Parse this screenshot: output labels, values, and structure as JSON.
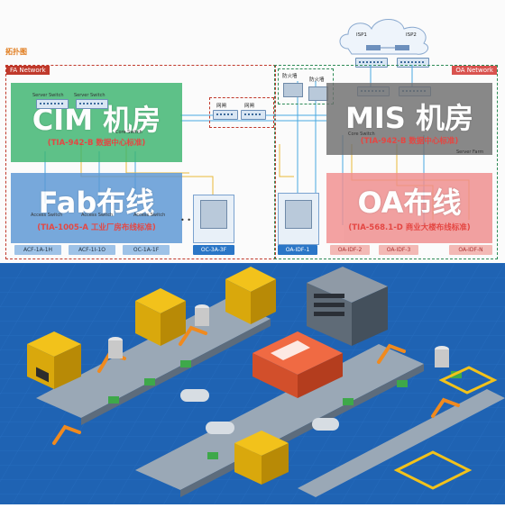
{
  "topology": {
    "title": "拓扑图",
    "fa_network_label": "FA Network",
    "oa_network_label": "OA Network",
    "isp1": "ISP1",
    "isp2": "ISP2",
    "firewall_1": "防火墙",
    "firewall_2": "防火墙",
    "gateway_1": "网闸",
    "gateway_2": "网闸",
    "server_switch_1": "Server Switch",
    "server_switch_2": "Server Switch",
    "core_switch_fa": "Core Switch",
    "core_switch_oa": "Core Switch",
    "server_farm": "Server Farm",
    "ellipsis": "• • •",
    "zones": {
      "cim": {
        "title": "CIM 机房",
        "subtitle": "(TIA-942-B 数据中心标准)",
        "color": "#3cb56f"
      },
      "mis": {
        "title": "MIS 机房",
        "subtitle": "(TIA-942-B 数据中心标准)",
        "color": "#6f6f6f"
      },
      "fab": {
        "title": "Fab布线",
        "subtitle": "(TIA-1005-A 工业厂房布线标准)",
        "color": "#5b97d5"
      },
      "oa": {
        "title": "OA布线",
        "subtitle": "(TIA-568.1-D 商业大楼布线标准)",
        "color": "#f08d8d"
      }
    },
    "access_switch": "Access Switch",
    "nodes": {
      "fab": [
        "ACF-1A-1H",
        "ACF-1I-1O",
        "OC-1A-1F",
        "OC-3A-3F"
      ],
      "oa": [
        "OA-IDF-1",
        "OA-IDF-2",
        "OA-IDF-3",
        "OA-IDF-N"
      ]
    }
  },
  "colors": {
    "fa_border": "#c0392b",
    "oa_border": "#2e8b57",
    "link_blue": "#4aa8e0",
    "link_yellow": "#e8b93a",
    "factory_bg": "#1f63b3"
  }
}
